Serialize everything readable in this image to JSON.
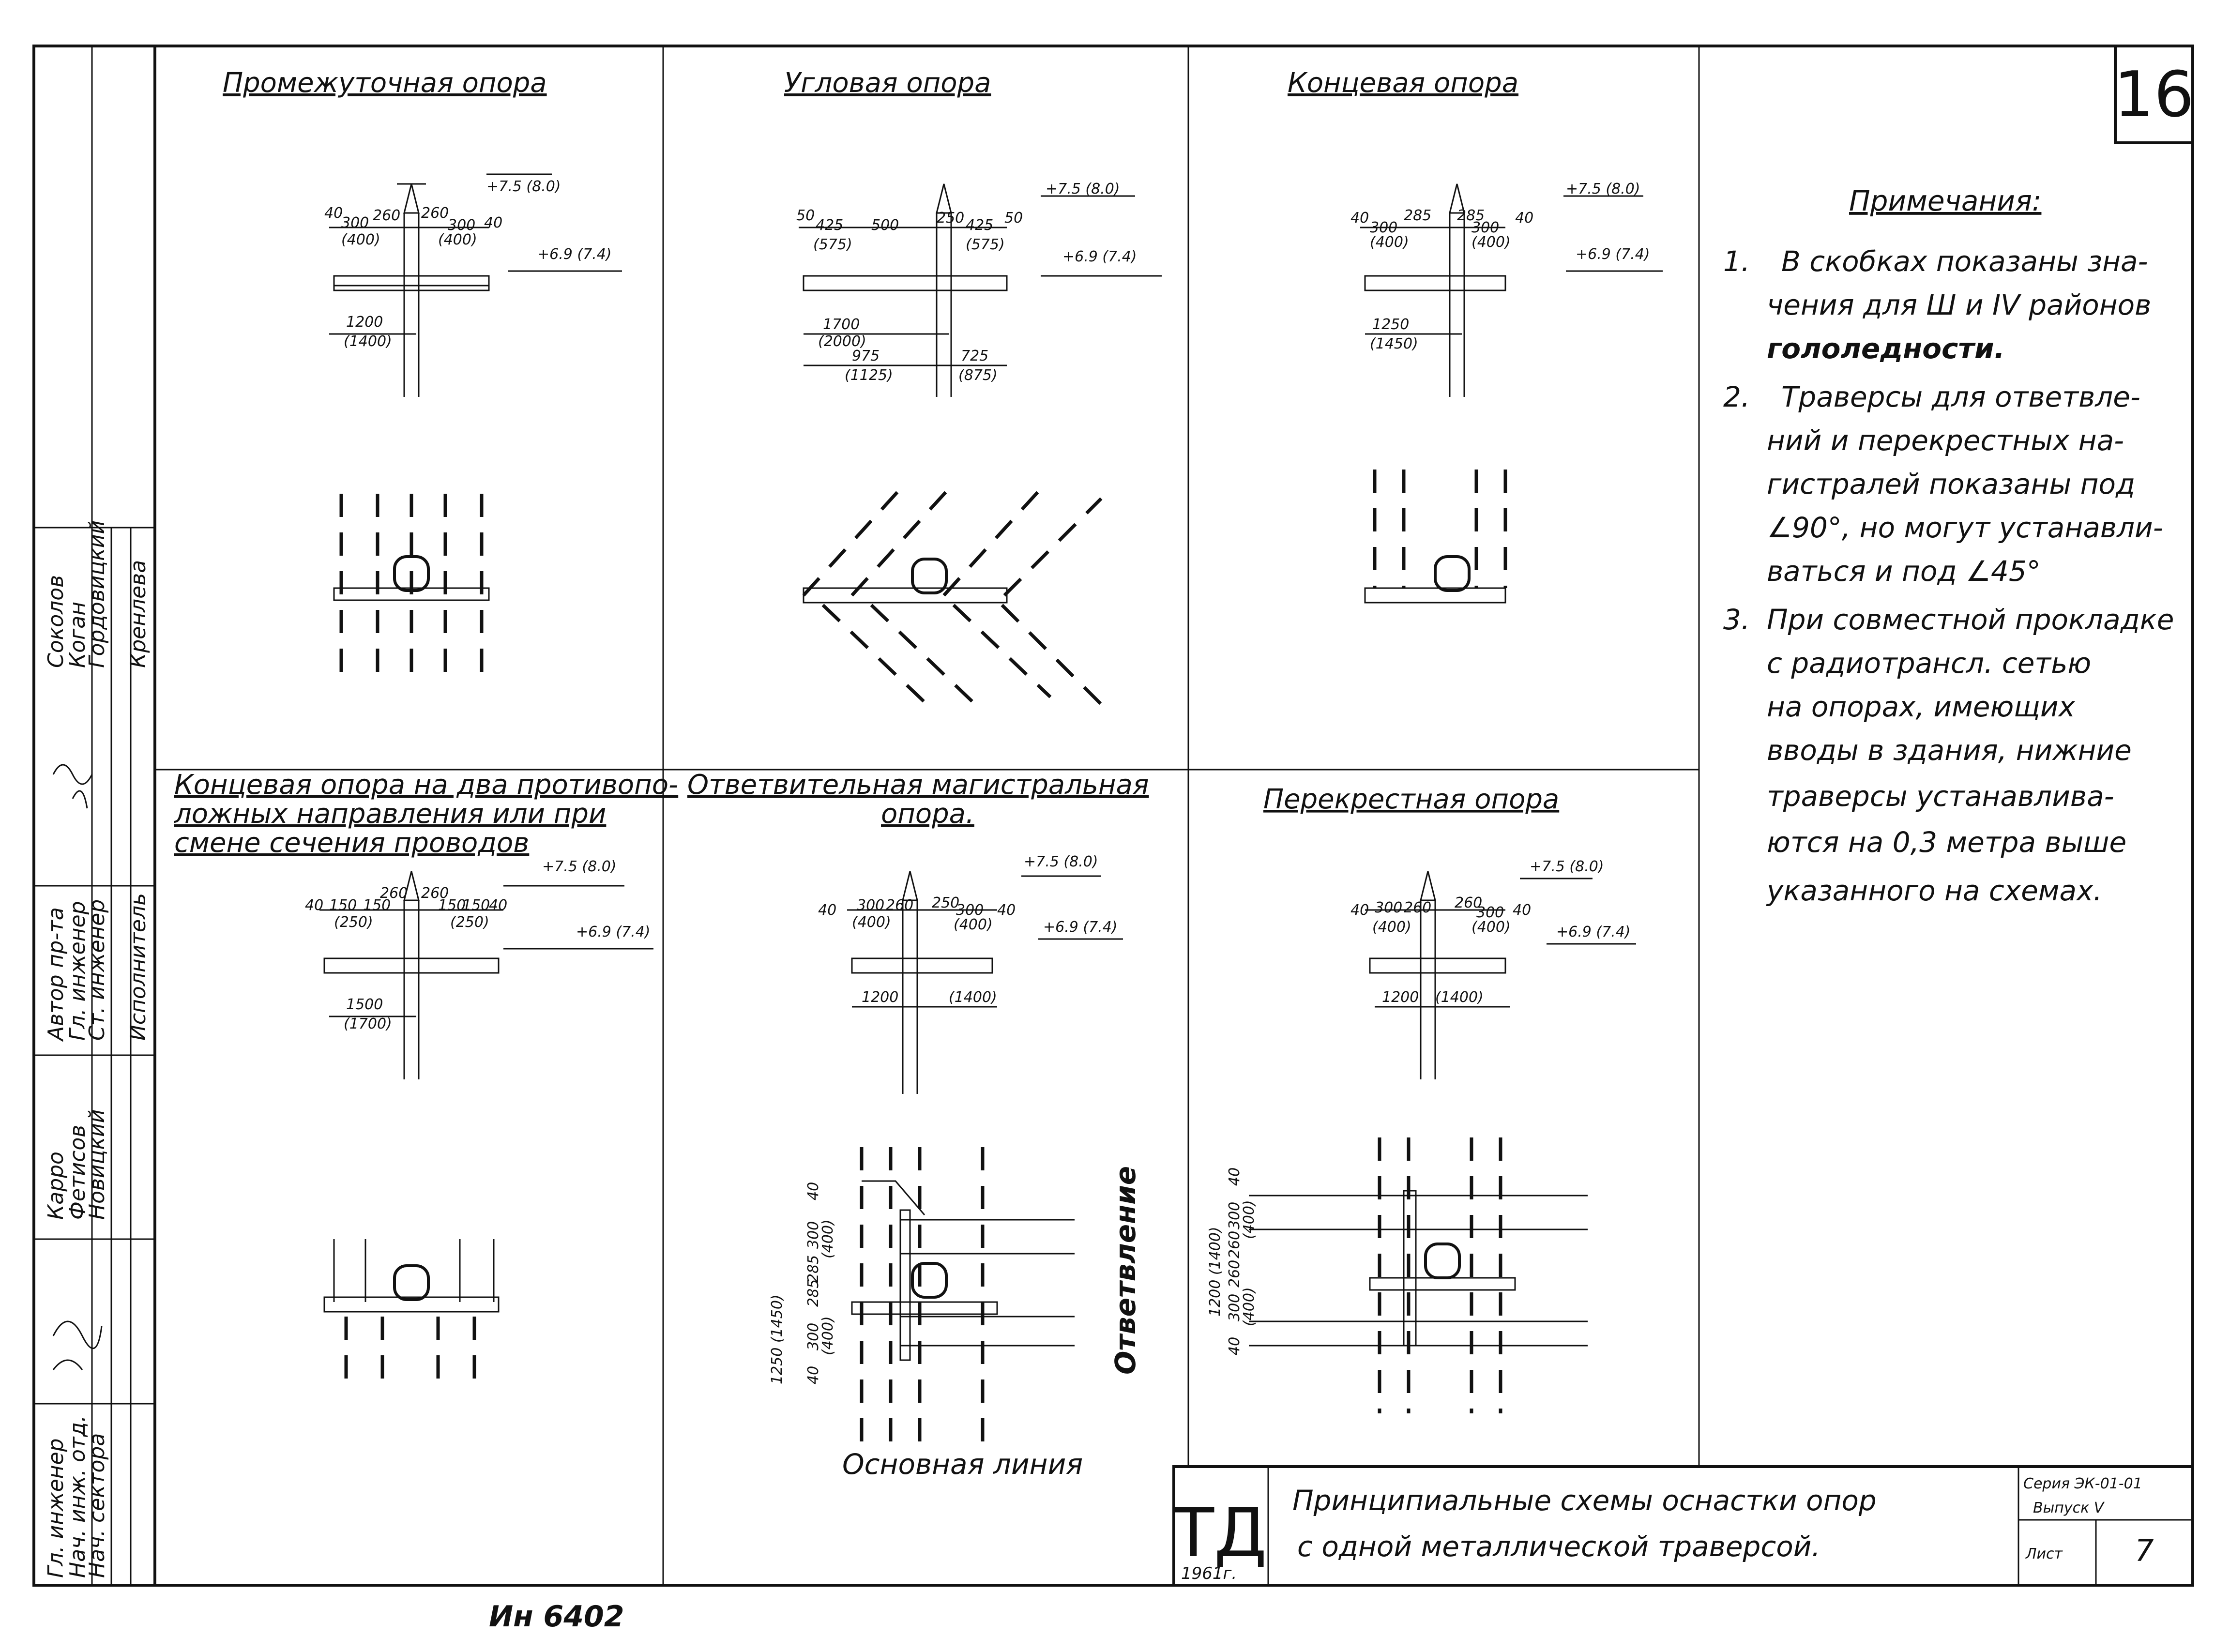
{
  "sheet_number": "16",
  "inventory_number": "Ин 6402",
  "panels": {
    "p1": {
      "title": "Промежуточная опора",
      "dims": {
        "a": "40",
        "b": "300",
        "c": "(400)",
        "d": "260",
        "e": "260",
        "f": "300",
        "g": "(400)",
        "h": "40",
        "len": "1200",
        "len2": "(1400)"
      }
    },
    "p2": {
      "title": "Угловая опора",
      "dims": {
        "a": "50",
        "b": "425",
        "c": "(575)",
        "d": "500",
        "e": "250",
        "f": "425",
        "g": "(575)",
        "h": "50",
        "len": "1700",
        "len2": "(2000)",
        "l": "975",
        "l2": "(1125)",
        "r": "725",
        "r2": "(875)"
      }
    },
    "p3": {
      "title": "Концевая опора",
      "dims": {
        "a": "40",
        "b": "300",
        "c": "(400)",
        "d": "285",
        "e": "285",
        "f": "300",
        "g": "(400)",
        "h": "40",
        "len": "1250",
        "len2": "(1450)"
      }
    },
    "p4": {
      "title1": "Концевая опора на два противопо-",
      "title2": "ложных направления или при",
      "title3": "смене сечения проводов",
      "dims": {
        "a": "40",
        "b": "150",
        "c": "150",
        "d": "260",
        "e": "260",
        "f": "150",
        "g": "150",
        "h": "40",
        "i": "(250)",
        "j": "(250)",
        "len": "1500",
        "len2": "(1700)"
      }
    },
    "p5": {
      "title1": "Ответвительная магистральная",
      "title2": "опора.",
      "dims": {
        "a": "40",
        "b": "300",
        "c": "(400)",
        "d": "260",
        "e": "250",
        "f": "300",
        "g": "(400)",
        "h": "40",
        "len": "1200",
        "len2": "(1400)"
      },
      "side": {
        "v1": "40",
        "v2": "300",
        "v3": "(400)",
        "v4": "285",
        "v5": "285",
        "v6": "300",
        "v7": "(400)",
        "v8": "40",
        "tot": "1250 (1450)"
      },
      "branch_label": "Ответвление",
      "main_label": "Основная линия"
    },
    "p6": {
      "title": "Перекрестная опора",
      "dims": {
        "a": "40",
        "b": "300",
        "c": "(400)",
        "d": "260",
        "e": "260",
        "f": "300",
        "g": "(400)",
        "h": "40",
        "len": "1200",
        "len2": "(1400)"
      },
      "side": {
        "v1": "40",
        "v2": "300",
        "v3": "(400)",
        "v4": "260",
        "v5": "260",
        "v6": "300",
        "v7": "(400)",
        "v8": "40",
        "tot": "1200 (1400)"
      }
    }
  },
  "levels": {
    "top": "+7.5 (8.0)",
    "mid": "+6.9 (7.4)",
    "top_p4": "+7.5 (8.0)",
    "mid_p4": "+6.9 (7.4)",
    "top_p5": "+7.5 (8.0)",
    "mid_p5": "+6.9 (7.4)"
  },
  "notes": {
    "heading": "Примечания:",
    "n1": [
      "1.",
      "В скобках показаны зна-",
      "чения для Ш и IV районов",
      "гололедности."
    ],
    "n2": [
      "2.",
      "Траверсы для ответвле-",
      "ний и перекрестных на-",
      "гистралей показаны под",
      "∠90°, но могут устанавли-",
      "ваться и под ∠45°"
    ],
    "n3": [
      "3.",
      "При совместной прокладке",
      "с радиотрансл. сетью",
      "на опорах, имеющих",
      "вводы в здания, нижние",
      "траверсы устанавлива-",
      "ются на 0,3 метра выше",
      "указанного на схемах."
    ]
  },
  "titleblock": {
    "org": "ТД",
    "year": "1961г.",
    "title1": "Принципиальные схемы оснастки опор",
    "title2": "с одной металлической траверсой.",
    "series": "Серия ЭК-01-01",
    "issue": "Выпуск V",
    "sheet_label": "Лист",
    "sheet_no": "7"
  },
  "stamp": {
    "roles": [
      "Гл. инженер",
      "Нач. инж. отд.",
      "Нач. сектора"
    ],
    "names1": [
      "Карро",
      "Фетисов",
      "Новицкий"
    ],
    "roles2": [
      "Автор пр-та",
      "Гл. инженер",
      "Ст. инженер",
      "Исполнитель"
    ],
    "names2": [
      "Соколов",
      "Коган",
      "Гордовицкий",
      "Кренлева"
    ]
  }
}
